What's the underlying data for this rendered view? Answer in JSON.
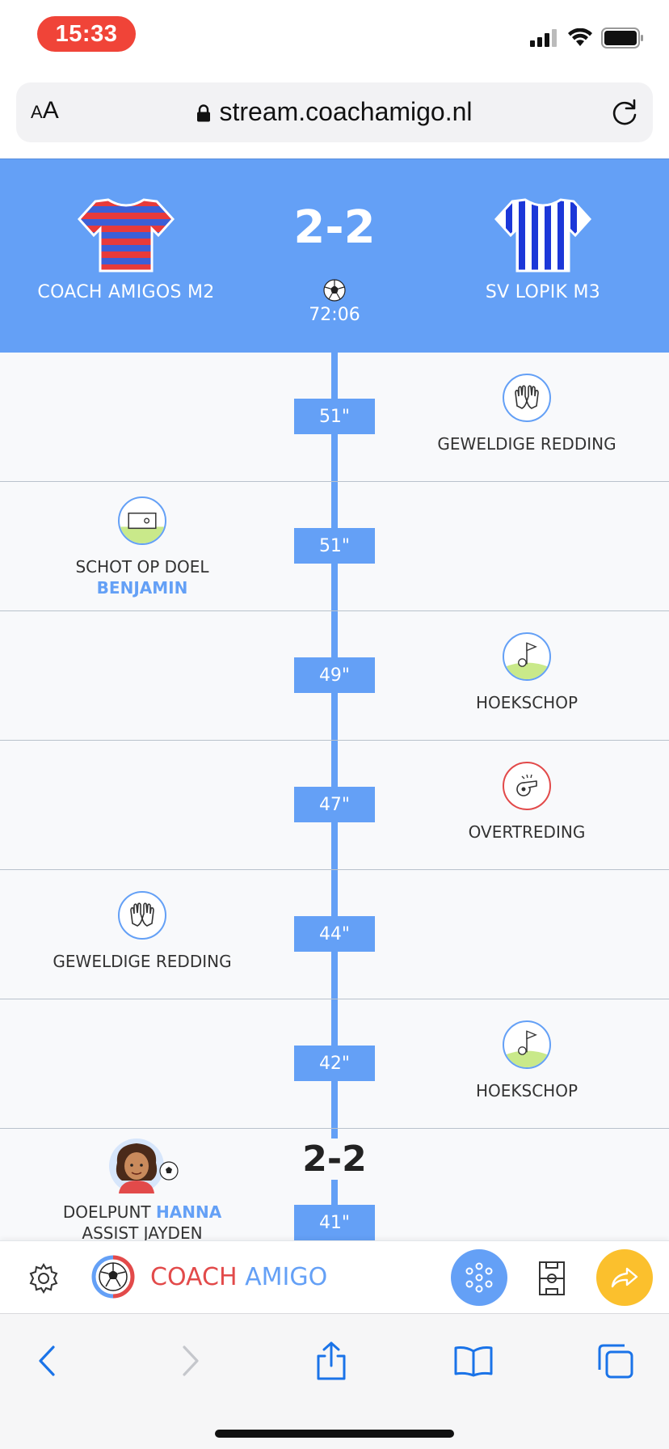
{
  "status": {
    "time": "15:33"
  },
  "browser": {
    "aa_small": "A",
    "aa_large": "A",
    "url": "stream.coachamigo.nl"
  },
  "match": {
    "home_team": "COACH AMIGOS M2",
    "away_team": "SV LOPIK M3",
    "score": "2-2",
    "clock": "72:06"
  },
  "events": [
    {
      "minute": "51\"",
      "side": "right",
      "icon": "goalkeeper-gloves-icon",
      "label": "GEWELDIGE REDDING",
      "player": ""
    },
    {
      "minute": "51\"",
      "side": "left",
      "icon": "shot-on-goal-icon",
      "label": "SCHOT OP DOEL",
      "player": "BENJAMIN"
    },
    {
      "minute": "49\"",
      "side": "right",
      "icon": "corner-flag-icon",
      "label": "HOEKSCHOP",
      "player": ""
    },
    {
      "minute": "47\"",
      "side": "right",
      "icon": "whistle-icon",
      "label": "OVERTREDING",
      "player": ""
    },
    {
      "minute": "44\"",
      "side": "left",
      "icon": "goalkeeper-gloves-icon",
      "label": "GEWELDIGE REDDING",
      "player": ""
    },
    {
      "minute": "42\"",
      "side": "right",
      "icon": "corner-flag-icon",
      "label": "HOEKSCHOP",
      "player": ""
    }
  ],
  "goal_event": {
    "minute": "41\"",
    "score": "2-2",
    "label_prefix": "DOELPUNT",
    "scorer": "HANNA",
    "assist": "ASSIST JAYDEN"
  },
  "app_bar": {
    "brand_part1": "COACH",
    "brand_part2": "AMIGO"
  },
  "colors": {
    "accent": "#64a0f6",
    "danger": "#e24a4a",
    "share": "#fbc02d",
    "time_pill": "#f04438"
  }
}
